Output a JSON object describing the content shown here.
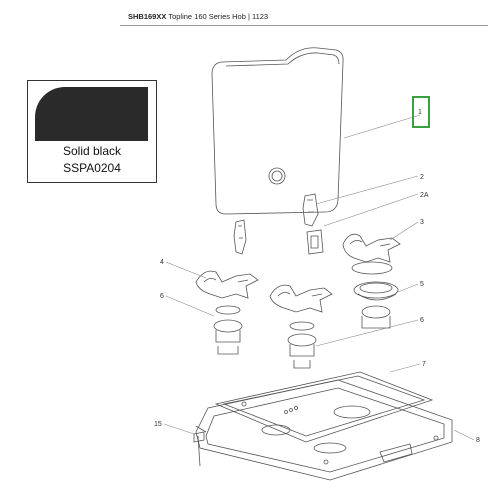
{
  "header": {
    "model": "SHB169XX",
    "description": "Topline 160 Series Hob | 1123"
  },
  "swatch": {
    "label_line1": "Solid black",
    "label_line2": "SSPA0204",
    "color": "#2a2a2a"
  },
  "callouts": [
    "1",
    "2",
    "2A",
    "3",
    "4",
    "5",
    "6",
    "6",
    "7",
    "8",
    "15"
  ],
  "highlight_color": "#3aa040"
}
